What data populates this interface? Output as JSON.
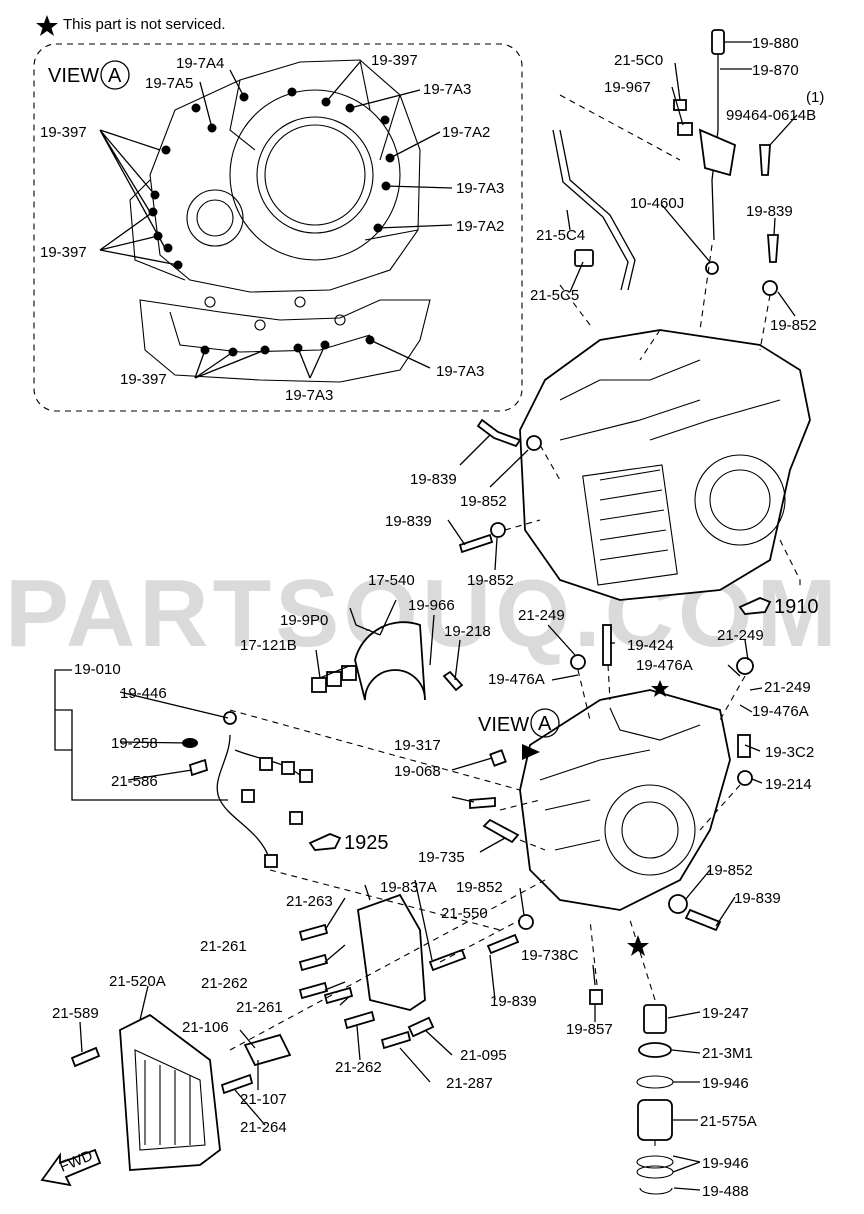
{
  "note": {
    "text": "This part is not serviced."
  },
  "view_a": {
    "title": "VIEW",
    "letter": "A"
  },
  "watermark": "PARTSOUQ.COM",
  "refs": {
    "r1910": "1910",
    "r1925": "1925"
  },
  "labels": [
    {
      "id": "19-7A4",
      "text": "19-7A4"
    },
    {
      "id": "19-397-a",
      "text": "19-397"
    },
    {
      "id": "19-7A5",
      "text": "19-7A5"
    },
    {
      "id": "19-7A3-a",
      "text": "19-7A3"
    },
    {
      "id": "19-397-b",
      "text": "19-397"
    },
    {
      "id": "19-7A2-a",
      "text": "19-7A2"
    },
    {
      "id": "19-7A3-b",
      "text": "19-7A3"
    },
    {
      "id": "19-397-c",
      "text": "19-397"
    },
    {
      "id": "19-7A2-b",
      "text": "19-7A2"
    },
    {
      "id": "19-397-d",
      "text": "19-397"
    },
    {
      "id": "19-7A3-c",
      "text": "19-7A3"
    },
    {
      "id": "19-7A3-d",
      "text": "19-7A3"
    },
    {
      "id": "21-5C0",
      "text": "21-5C0"
    },
    {
      "id": "19-880",
      "text": "19-880"
    },
    {
      "id": "19-870",
      "text": "19-870"
    },
    {
      "id": "19-967",
      "text": "19-967"
    },
    {
      "id": "qty-1",
      "text": "(1)"
    },
    {
      "id": "99464-0614B",
      "text": "99464-0614B"
    },
    {
      "id": "10-460J",
      "text": "10-460J"
    },
    {
      "id": "19-839-a",
      "text": "19-839"
    },
    {
      "id": "21-5C4",
      "text": "21-5C4"
    },
    {
      "id": "21-5C5",
      "text": "21-5C5"
    },
    {
      "id": "19-852-a",
      "text": "19-852"
    },
    {
      "id": "19-839-b",
      "text": "19-839"
    },
    {
      "id": "19-852-b",
      "text": "19-852"
    },
    {
      "id": "19-839-c",
      "text": "19-839"
    },
    {
      "id": "19-852-c",
      "text": "19-852"
    },
    {
      "id": "17-540",
      "text": "17-540"
    },
    {
      "id": "19-9P0",
      "text": "19-9P0"
    },
    {
      "id": "19-966",
      "text": "19-966"
    },
    {
      "id": "21-249-a",
      "text": "21-249"
    },
    {
      "id": "19-218",
      "text": "19-218"
    },
    {
      "id": "17-121B",
      "text": "17-121B"
    },
    {
      "id": "19-424",
      "text": "19-424"
    },
    {
      "id": "21-249-b",
      "text": "21-249"
    },
    {
      "id": "19-476A-a",
      "text": "19-476A"
    },
    {
      "id": "19-476A-b",
      "text": "19-476A"
    },
    {
      "id": "21-249-c",
      "text": "21-249"
    },
    {
      "id": "19-476A-c",
      "text": "19-476A"
    },
    {
      "id": "19-010",
      "text": "19-010"
    },
    {
      "id": "19-446",
      "text": "19-446"
    },
    {
      "id": "19-258",
      "text": "19-258"
    },
    {
      "id": "21-586",
      "text": "21-586"
    },
    {
      "id": "19-317",
      "text": "19-317"
    },
    {
      "id": "19-3C2",
      "text": "19-3C2"
    },
    {
      "id": "19-068",
      "text": "19-068"
    },
    {
      "id": "19-214",
      "text": "19-214"
    },
    {
      "id": "19-735",
      "text": "19-735"
    },
    {
      "id": "19-852-d",
      "text": "19-852"
    },
    {
      "id": "21-263",
      "text": "21-263"
    },
    {
      "id": "19-837A",
      "text": "19-837A"
    },
    {
      "id": "19-852-e",
      "text": "19-852"
    },
    {
      "id": "19-839-d",
      "text": "19-839"
    },
    {
      "id": "21-550",
      "text": "21-550"
    },
    {
      "id": "21-261-a",
      "text": "21-261"
    },
    {
      "id": "19-738C",
      "text": "19-738C"
    },
    {
      "id": "21-262-a",
      "text": "21-262"
    },
    {
      "id": "21-520A",
      "text": "21-520A"
    },
    {
      "id": "21-261-b",
      "text": "21-261"
    },
    {
      "id": "19-839-e",
      "text": "19-839"
    },
    {
      "id": "19-247",
      "text": "19-247"
    },
    {
      "id": "21-589",
      "text": "21-589"
    },
    {
      "id": "21-106",
      "text": "21-106"
    },
    {
      "id": "19-857",
      "text": "19-857"
    },
    {
      "id": "21-095",
      "text": "21-095"
    },
    {
      "id": "21-3M1",
      "text": "21-3M1"
    },
    {
      "id": "21-262-b",
      "text": "21-262"
    },
    {
      "id": "21-287",
      "text": "21-287"
    },
    {
      "id": "19-946-a",
      "text": "19-946"
    },
    {
      "id": "21-107",
      "text": "21-107"
    },
    {
      "id": "21-575A",
      "text": "21-575A"
    },
    {
      "id": "21-264",
      "text": "21-264"
    },
    {
      "id": "19-946-b",
      "text": "19-946"
    },
    {
      "id": "fwd",
      "text": "FWD"
    },
    {
      "id": "19-488",
      "text": "19-488"
    }
  ]
}
